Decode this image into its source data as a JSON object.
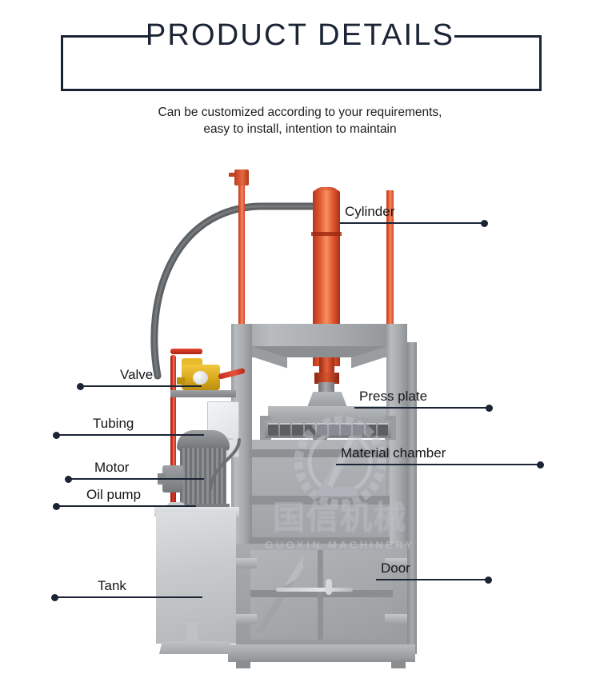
{
  "header": {
    "title": "PRODUCT DETAILS",
    "subtitle_line1": "Can be customized according to your requirements,",
    "subtitle_line2": "easy to install, intention to maintain",
    "frame_color": "#1b2435",
    "title_color": "#1b2435"
  },
  "callouts": {
    "cylinder": "Cylinder",
    "press_plate": "Press plate",
    "material_chamber": "Material chamber",
    "door": "Door",
    "valve": "Valve",
    "tubing": "Tubing",
    "motor": "Motor",
    "oil_pump": "Oil pump",
    "tank": "Tank",
    "line_color": "#1b2435"
  },
  "watermark": {
    "chinese": "国信机械",
    "english": "GUOXIN MACHINERY",
    "color": "#c9cdd5"
  },
  "machine": {
    "cylinder_color": "#e05c33",
    "rod_color": "#cf4526",
    "frame_color": "#a8abae",
    "valve_color": "#d9a81d",
    "valve_lever_color": "#c0301c",
    "tubing_color": "#e13a22",
    "motor_color": "#7b7e81",
    "tank_color": "#c7cacd",
    "hose_color": "#5e6265"
  },
  "press_plate_teeth": [
    1,
    2,
    3,
    4,
    5,
    6,
    7,
    8,
    9,
    10
  ]
}
